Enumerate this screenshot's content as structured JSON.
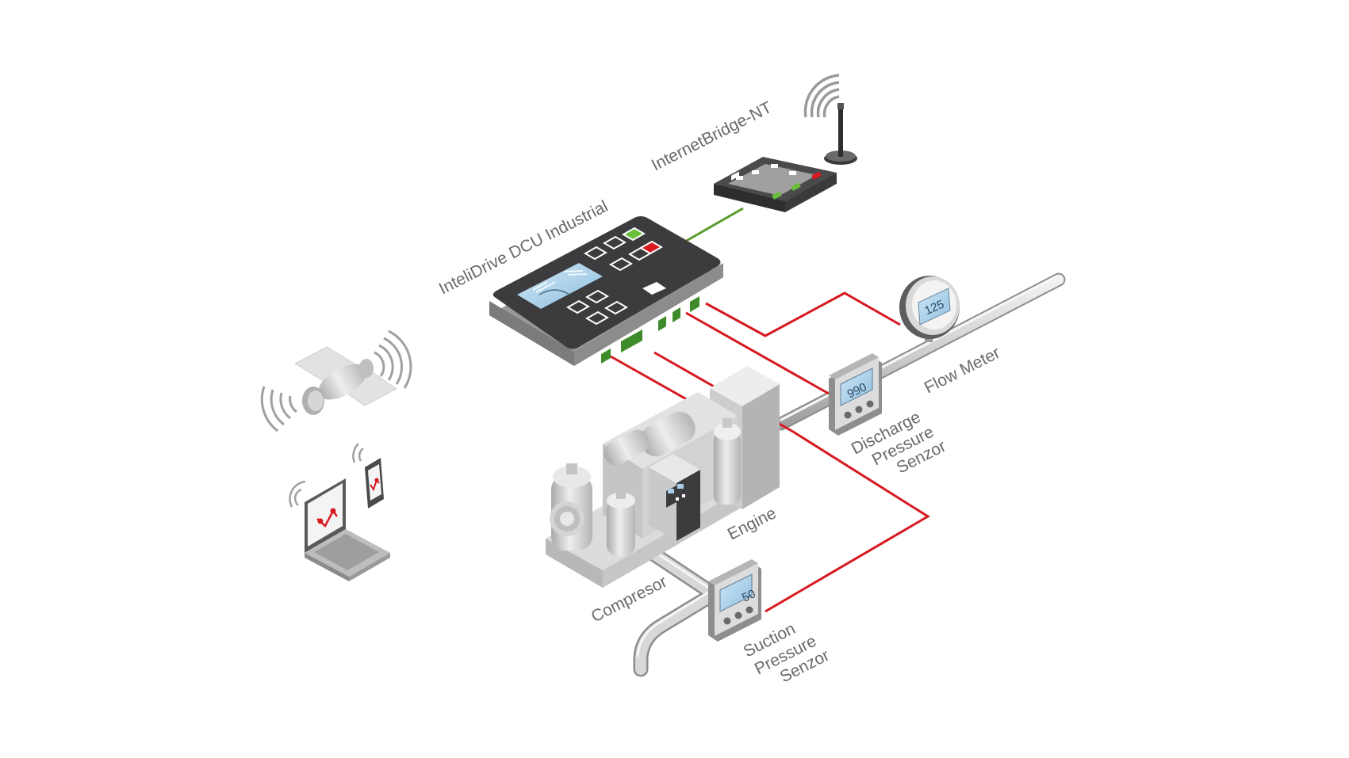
{
  "labels": {
    "internet_bridge": "InternetBridge-NT",
    "dcu": "InteliDrive DCU Industrial",
    "flow_meter": "Flow Meter",
    "discharge": [
      "Discharge",
      "Pressure",
      "Senzor"
    ],
    "engine": "Engine",
    "compressor": "Compresor",
    "suction": [
      "Suction",
      "Pressure",
      "Senzor"
    ]
  },
  "readouts": {
    "flow_meter": "125",
    "discharge": "990",
    "suction": "50"
  },
  "colors": {
    "signal_wire": "#d71920",
    "network_wire": "#5a9b2e",
    "controller_body": "#3c3c3e",
    "lcd": "#a9cfe8",
    "label_text": "#6a6a6a"
  },
  "icons": [
    "satellite-icon",
    "laptop-icon",
    "smartphone-icon",
    "antenna-icon"
  ]
}
